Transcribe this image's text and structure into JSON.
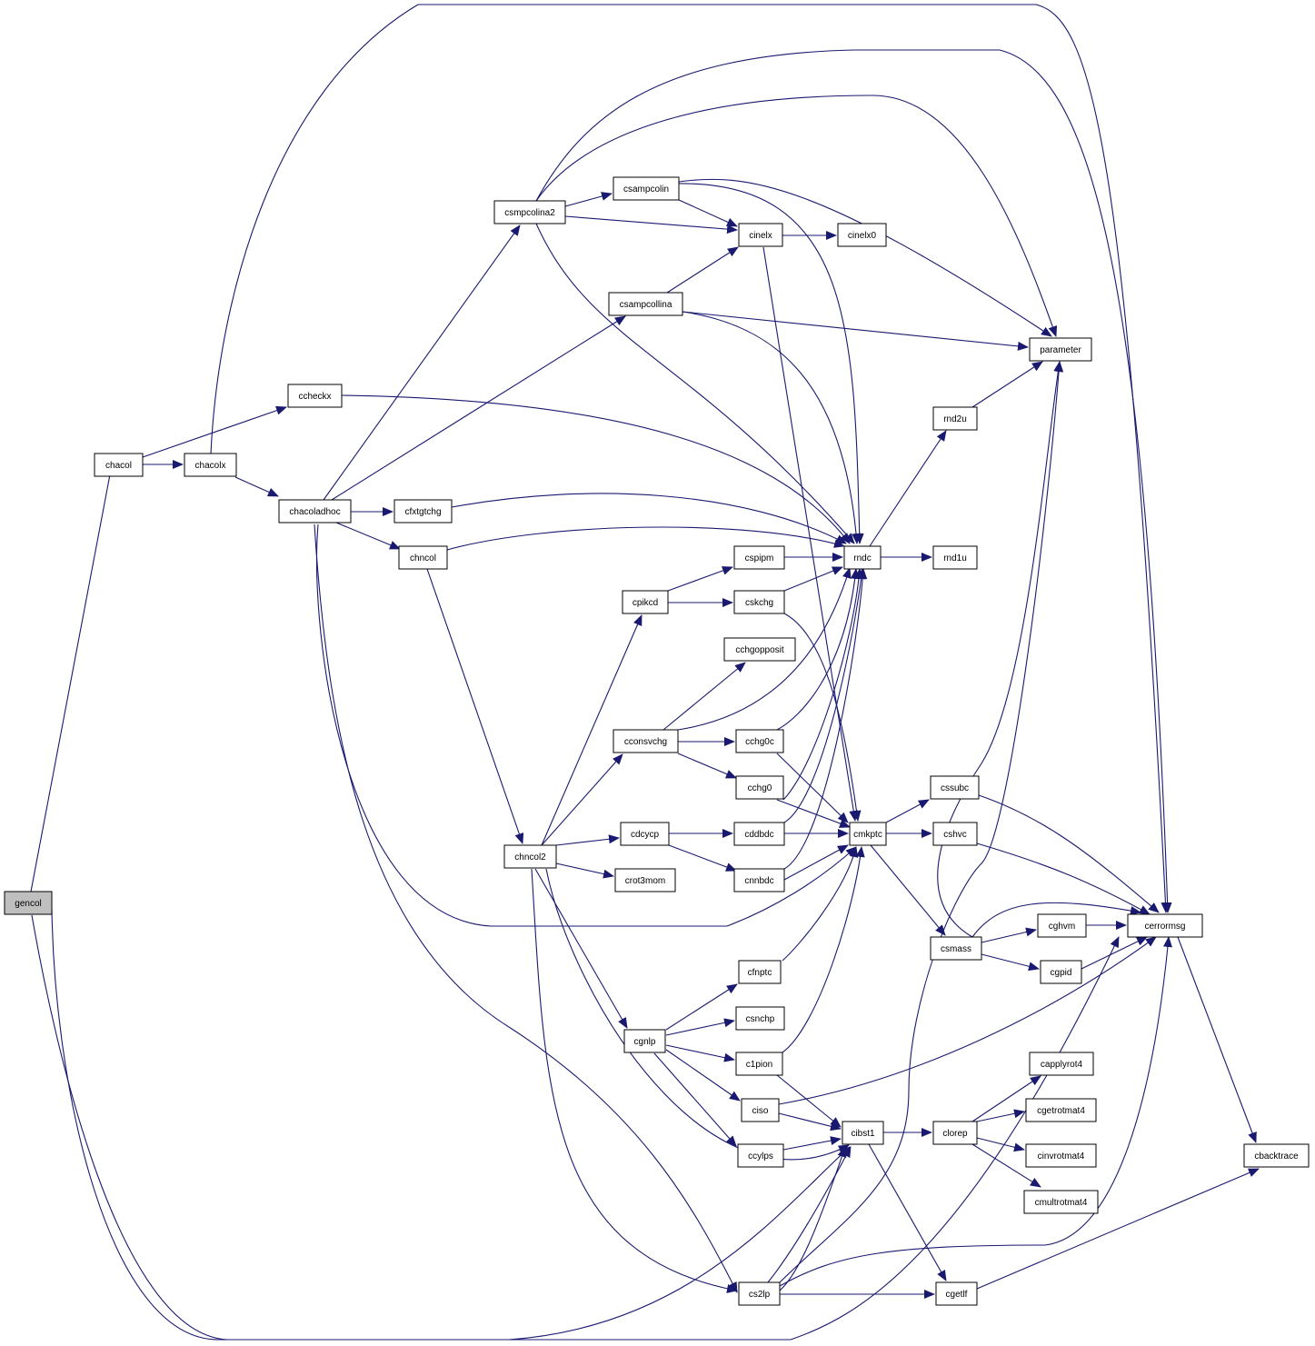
{
  "colors": {
    "edge": "#191970",
    "normal_border": "#000000",
    "link_border": "#ff0000",
    "root_fill": "#bfbfbf",
    "node_fill": "#ffffff"
  },
  "nodes": {
    "gencol": "gencol",
    "chacol": "chacol",
    "chacolx": "chacolx",
    "ccheckx": "ccheckx",
    "chacoladhoc": "chacoladhoc",
    "cfxtgtchg": "cfxtgtchg",
    "chncol": "chncol",
    "csmpcolina2": "csmpcolina2",
    "csampcolin": "csampcolin",
    "csampcollina": "csampcollina",
    "cinelx": "cinelx",
    "cinelx0": "cinelx0",
    "parameter": "parameter",
    "rnd2u": "rnd2u",
    "rndc": "rndc",
    "rnd1u": "rnd1u",
    "cspipm": "cspipm",
    "cpikcd": "cpikcd",
    "cskchg": "cskchg",
    "cchgopposit": "cchgopposit",
    "cconsvchg": "cconsvchg",
    "cchg0c": "cchg0c",
    "cchg0": "cchg0",
    "cdcycp": "cdcycp",
    "cddbdc": "cddbdc",
    "cnnbdc": "cnnbdc",
    "chncol2": "chncol2",
    "crot3mom": "crot3mom",
    "cmkptc": "cmkptc",
    "cssubc": "cssubc",
    "cshvc": "cshvc",
    "csmass": "csmass",
    "cghvm": "cghvm",
    "cgpid": "cgpid",
    "cerrormsg": "cerrormsg",
    "cbacktrace": "cbacktrace",
    "cfnptc": "cfnptc",
    "csnchp": "csnchp",
    "cgnlp": "cgnlp",
    "c1pion": "c1pion",
    "ciso": "ciso",
    "ccylps": "ccylps",
    "cibst1": "cibst1",
    "clorep": "clorep",
    "capplyrot4": "capplyrot4",
    "cgetrotmat4": "cgetrotmat4",
    "cinvrotmat4": "cinvrotmat4",
    "cmultrotmat4": "cmultrotmat4",
    "cs2lp": "cs2lp",
    "cgetlf": "cgetlf"
  }
}
